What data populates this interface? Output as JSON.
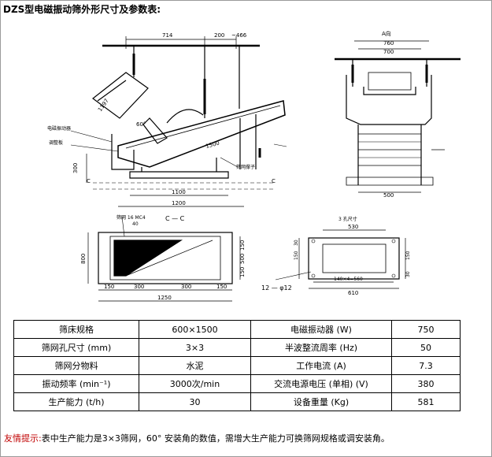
{
  "page": {
    "title": "DZS型电磁振动筛外形尺寸及参数表:"
  },
  "drawing": {
    "front_view": {
      "dims": [
        "714",
        "200",
        "~466",
        "1197",
        "60°",
        "1500",
        "300",
        "1100",
        "1200",
        "C",
        "C"
      ],
      "callouts": [
        "电磁振动器",
        "调整板",
        "筛网撑子"
      ]
    },
    "side_view": {
      "view_label": "A向",
      "dims": [
        "760",
        "700",
        "500"
      ]
    },
    "plan_view": {
      "section_label": "C — C",
      "callout": "筛网 16 MC4",
      "callout_dim": "40",
      "dims": [
        "150",
        "300",
        "300",
        "150",
        "1250",
        "800",
        "150",
        "500",
        "150"
      ]
    },
    "detail_view": {
      "label": "3 孔尺寸",
      "dims": [
        "530",
        "140×4=560",
        "610",
        "12 — φ12"
      ],
      "side_dims": [
        "30",
        "150",
        "150",
        "30"
      ]
    }
  },
  "spec_table": {
    "rows": [
      {
        "k1": "筛床规格",
        "v1": "600×1500",
        "k2": "电磁振动器 (W)",
        "v2": "750"
      },
      {
        "k1": "筛网孔尺寸 (mm)",
        "v1": "3×3",
        "k2": "半波整流周率 (Hz)",
        "v2": "50"
      },
      {
        "k1": "筛网分物料",
        "v1": "水泥",
        "k2": "工作电流 (A)",
        "v2": "7.3"
      },
      {
        "k1": "振动频率 (min⁻¹)",
        "v1": "3000次/min",
        "k2": "交流电源电压 (单相) (V)",
        "v2": "380"
      },
      {
        "k1": "生产能力 (t/h)",
        "v1": "30",
        "k2": "设备重量 (Kg)",
        "v2": "581"
      }
    ]
  },
  "note": {
    "label": "友情提示:",
    "text": "表中生产能力是3×3筛网，60° 安装角的数值，需增大生产能力可换筛网规格或调安装角。"
  }
}
